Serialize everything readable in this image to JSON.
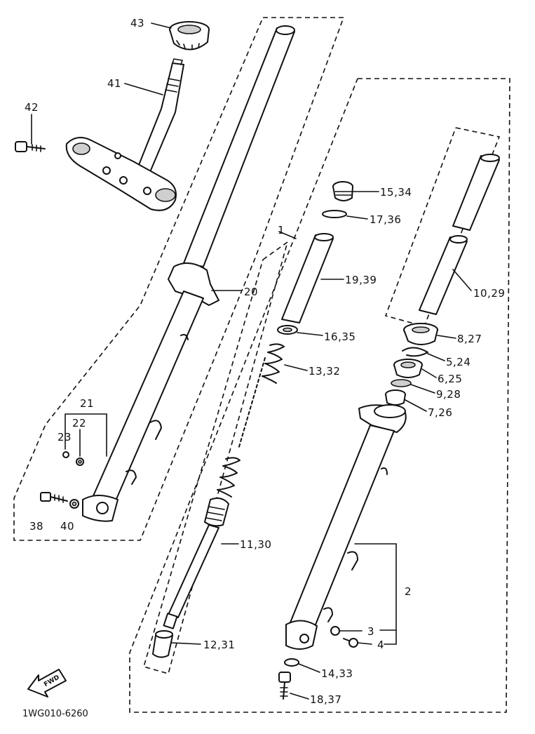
{
  "diagram_code": "1WG010-6260",
  "fwd_label": "FWD",
  "callouts": {
    "c43": "43",
    "c41": "41",
    "c42": "42",
    "c20": "20",
    "c21": "21",
    "c22": "22",
    "c23": "23",
    "c38": "38",
    "c40": "40",
    "c1": "1",
    "c15_34": "15,34",
    "c17_36": "17,36",
    "c19_39": "19,39",
    "c16_35": "16,35",
    "c13_32": "13,32",
    "c11_30": "11,30",
    "c12_31": "12,31",
    "c10_29": "10,29",
    "c8_27": "8,27",
    "c5_24": "5,24",
    "c6_25": "6,25",
    "c9_28": "9,28",
    "c7_26": "7,26",
    "c2": "2",
    "c3": "3",
    "c4": "4",
    "c14_33": "14,33",
    "c18_37": "18,37"
  }
}
